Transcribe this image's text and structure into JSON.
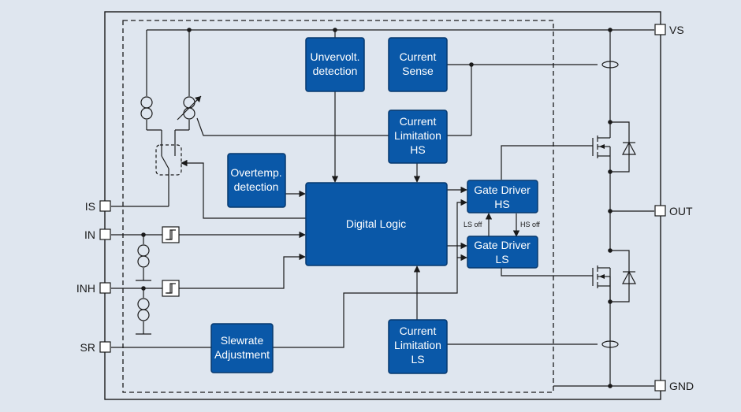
{
  "pins": {
    "vs": "VS",
    "out": "OUT",
    "gnd": "GND",
    "is": "IS",
    "in": "IN",
    "inh": "INH",
    "sr": "SR"
  },
  "blocks": {
    "undervolt": [
      "Unvervolt.",
      "detection"
    ],
    "current_sense": [
      "Current",
      "Sense"
    ],
    "current_limit_hs": [
      "Current",
      "Limitation",
      "HS"
    ],
    "overtemp": [
      "Overtemp.",
      "detection"
    ],
    "digital_logic": [
      "Digital Logic"
    ],
    "gate_driver_hs": [
      "Gate Driver",
      "HS"
    ],
    "gate_driver_ls": [
      "Gate Driver",
      "LS"
    ],
    "slewrate": [
      "Slewrate",
      "Adjustment"
    ],
    "current_limit_ls": [
      "Current",
      "Limitation",
      "LS"
    ]
  },
  "signals": {
    "ls_off": "LS off",
    "hs_off": "HS off"
  },
  "colors": {
    "block_fill": "#0a58a8",
    "background": "#dfe6ef"
  }
}
